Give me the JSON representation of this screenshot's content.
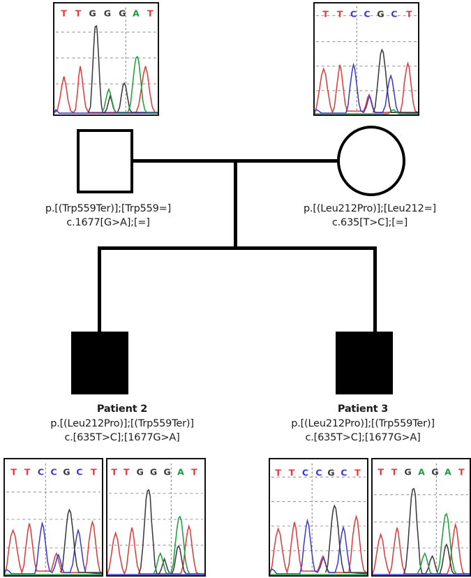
{
  "figure": {
    "type": "pedigree-with-sanger-chromatograms",
    "description": "Two-generation pedigree with Sanger sequencing chromatograms for parents and two affected children"
  },
  "pedigree": {
    "father": {
      "symbol": "square",
      "sex": "male",
      "affected": false,
      "protein_change": "p.[(Trp559Ter)];[Trp559=]",
      "coding_change": "c.1677[G>A];[=]"
    },
    "mother": {
      "symbol": "circle",
      "sex": "female",
      "affected": false,
      "protein_change": "p.[(Leu212Pro)];[Leu212=]",
      "coding_change": "c.635[T>C];[=]"
    },
    "children": [
      {
        "name": "Patient 2",
        "symbol": "square",
        "sex": "male",
        "affected": true,
        "protein_change": "p.[(Leu212Pro)];[(Trp559Ter)]",
        "coding_change": "c.[635T>C];[1677G>A]"
      },
      {
        "name": "Patient 3",
        "symbol": "square",
        "sex": "male",
        "affected": true,
        "protein_change": "p.[(Leu212Pro)];[(Trp559Ter)]",
        "coding_change": "c.[635T>C];[1677G>A]"
      }
    ]
  },
  "chromatograms": [
    {
      "id": "father-trace",
      "owner": "father",
      "position": "top-left",
      "bases": [
        "T",
        "T",
        "G",
        "G",
        "G",
        "A",
        "T"
      ],
      "marker_index": 4,
      "heterozygous": false
    },
    {
      "id": "mother-trace",
      "owner": "mother",
      "position": "top-right",
      "bases": [
        "T",
        "T",
        "C",
        "C",
        "G",
        "C",
        "T"
      ],
      "marker_index": 3,
      "heterozygous": false
    },
    {
      "id": "patient2-trace-635",
      "owner": "Patient 2",
      "position": "bottom-left-1",
      "bases": [
        "T",
        "T",
        "C",
        "C",
        "G",
        "C",
        "T"
      ],
      "marker_index": 3,
      "heterozygous": true
    },
    {
      "id": "patient2-trace-1677",
      "owner": "Patient 2",
      "position": "bottom-left-2",
      "bases": [
        "T",
        "T",
        "G",
        "G",
        "G",
        "A",
        "T"
      ],
      "marker_index": 4,
      "heterozygous": true
    },
    {
      "id": "patient3-trace-635",
      "owner": "Patient 3",
      "position": "bottom-right-1",
      "bases": [
        "T",
        "T",
        "C",
        "C",
        "G",
        "C",
        "T"
      ],
      "marker_index": 3,
      "heterozygous": true
    },
    {
      "id": "patient3-trace-1677",
      "owner": "Patient 3",
      "position": "bottom-right-2",
      "bases": [
        "T",
        "T",
        "G",
        "A",
        "G",
        "A",
        "T"
      ],
      "marker_index": 4,
      "heterozygous": false
    }
  ],
  "base_colors": {
    "A": "#1f9e3f",
    "C": "#3b3bd0",
    "G": "#3a3a3a",
    "T": "#e23b3b",
    "grid": "#8a8a8a",
    "border": "#111111"
  }
}
